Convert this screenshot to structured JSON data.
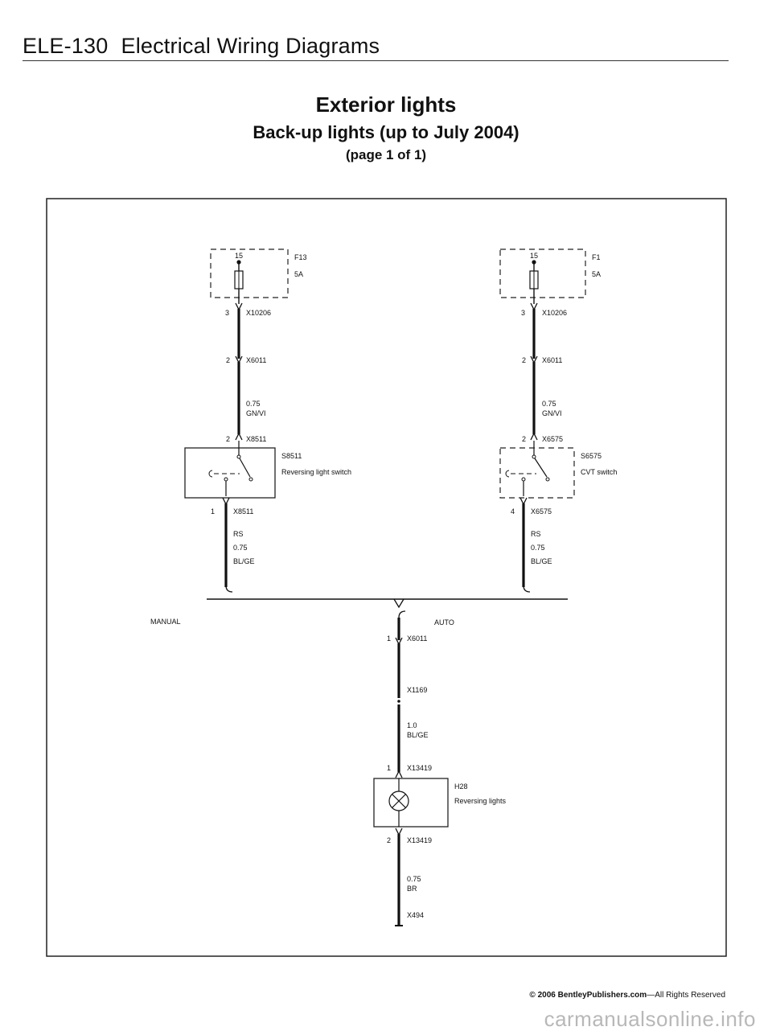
{
  "header": {
    "code": "ELE-130",
    "section": "Electrical Wiring Diagrams"
  },
  "title": {
    "main": "Exterior lights",
    "sub": "Back-up lights (up to July 2004)",
    "page": "(page 1 of 1)"
  },
  "left_branch": {
    "terminal": "15",
    "fuse_id": "F13",
    "fuse_rating": "5A",
    "conn1_pin": "3",
    "conn1": "X10206",
    "conn2_pin": "2",
    "conn2": "X6011",
    "wire_size": "0.75",
    "wire_color": "GN/VI",
    "conn3_pin": "2",
    "conn3": "X8511",
    "switch_id": "S8511",
    "switch_name": "Reversing light switch",
    "conn4_pin": "1",
    "conn4": "X8511",
    "wire2_code": "RS",
    "wire2_size": "0.75",
    "wire2_color": "BL/GE",
    "label": "MANUAL"
  },
  "right_branch": {
    "terminal": "15",
    "fuse_id": "F1",
    "fuse_rating": "5A",
    "conn1_pin": "3",
    "conn1": "X10206",
    "conn2_pin": "2",
    "conn2": "X6011",
    "wire_size": "0.75",
    "wire_color": "GN/VI",
    "conn3_pin": "2",
    "conn3": "X6575",
    "switch_id": "S6575",
    "switch_name": "CVT switch",
    "conn4_pin": "4",
    "conn4": "X6575",
    "wire2_code": "RS",
    "wire2_size": "0.75",
    "wire2_color": "BL/GE",
    "label": "AUTO"
  },
  "center": {
    "conn1_pin": "1",
    "conn1": "X6011",
    "conn2": "X1169",
    "wire_size": "1.0",
    "wire_color": "BL/GE",
    "conn3_pin": "1",
    "conn3": "X13419",
    "lamp_id": "H28",
    "lamp_name": "Reversing lights",
    "conn4_pin": "2",
    "conn4": "X13419",
    "wire2_size": "0.75",
    "wire2_color": "BR",
    "ground": "X494"
  },
  "footer": {
    "copyright_prefix": "© 2006 BentleyPublishers.com",
    "copyright_suffix": "—All Rights Reserved",
    "watermark": "carmanualsonline.info"
  }
}
